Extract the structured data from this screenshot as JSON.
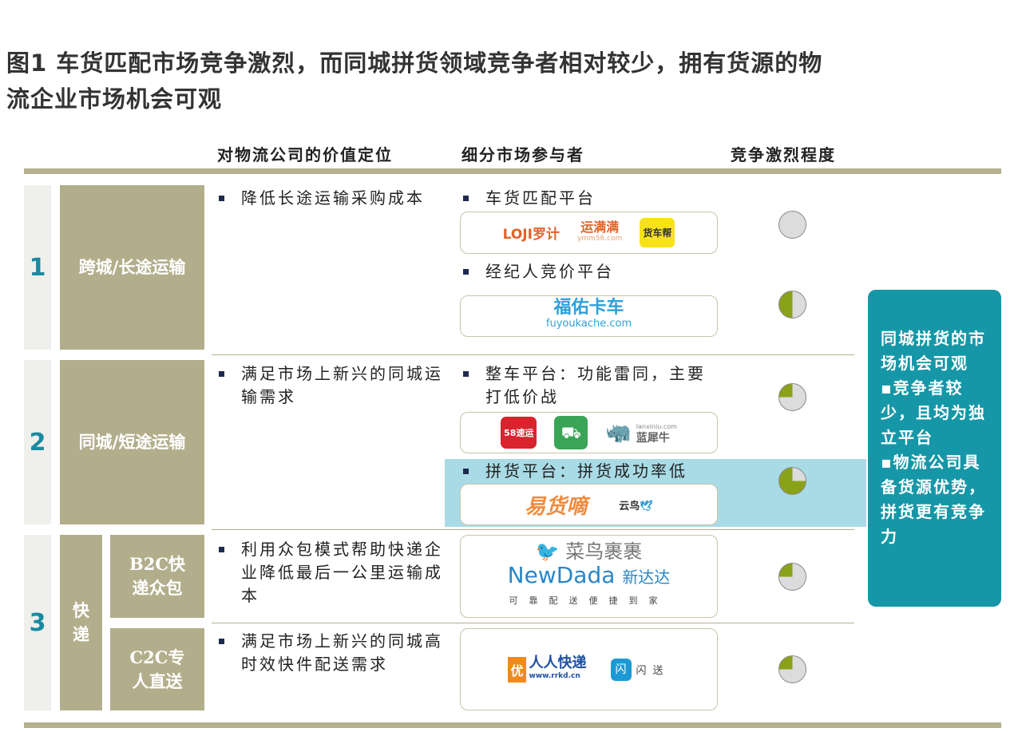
{
  "title": {
    "line1": "图1 车货匹配市场竞争激烈，而同城拼货领域竞争者相对较少，拥有货源的物",
    "line2": "流企业市场机会可观"
  },
  "headers": {
    "value": "对物流公司的价值定位",
    "participants": "细分市场参与者",
    "competition": "竞争激烈程度"
  },
  "rows": [
    {
      "num": "1",
      "label": "跨城/长途运输",
      "value": "降低长途运输采购成本"
    },
    {
      "num": "2",
      "label": "同城/短途运输",
      "value": "满足市场上新兴的同城运输需求"
    },
    {
      "num": "3",
      "label": "快递",
      "sub": [
        {
          "label": "B2C快递众包",
          "value": "利用众包模式帮助快递企业降低最后一公里运输成本"
        },
        {
          "label": "C2C专人直送",
          "value": "满足市场上新兴的同城高时效快件配送需求"
        }
      ]
    }
  ],
  "segments": [
    {
      "label": "车货匹配平台",
      "logos": [
        "LOJI罗计",
        "运满满",
        "ymm56.com",
        "货车帮"
      ],
      "competition": 0
    },
    {
      "label": "经纪人竞价平台",
      "logos": [
        "福佑卡车",
        "fuyoukache.com"
      ],
      "competition": 0.5
    },
    {
      "label": "整车平台：功能雷同，主要打低价战",
      "logos": [
        "58速运",
        "蓝犀牛",
        "lanxiniu.com"
      ],
      "competition": 0.25
    },
    {
      "label": "拼货平台：拼货成功率低",
      "logos": [
        "易货嘀",
        "云鸟"
      ],
      "competition": 0.75
    },
    {
      "logos": [
        "菜鸟裹裹",
        "NewDada",
        "新达达",
        "可靠配送便捷到家"
      ],
      "competition": 0.25
    },
    {
      "logos": [
        "人人快递",
        "www.rrkd.cn",
        "闪送"
      ],
      "competition": 0.25
    }
  ],
  "callout": {
    "heading": "同城拼货的市场机会可观",
    "points": [
      "▪竞争者较少，且均为独立平台",
      "▪物流公司具备货源优势，拼货更有竞争力"
    ]
  },
  "colors": {
    "khaki": "#b2ae8c",
    "teal": "#1597a8",
    "highlight": "#a9dbe6",
    "pie_fill": "#8aa21a",
    "pie_empty": "#dcdcdc"
  }
}
